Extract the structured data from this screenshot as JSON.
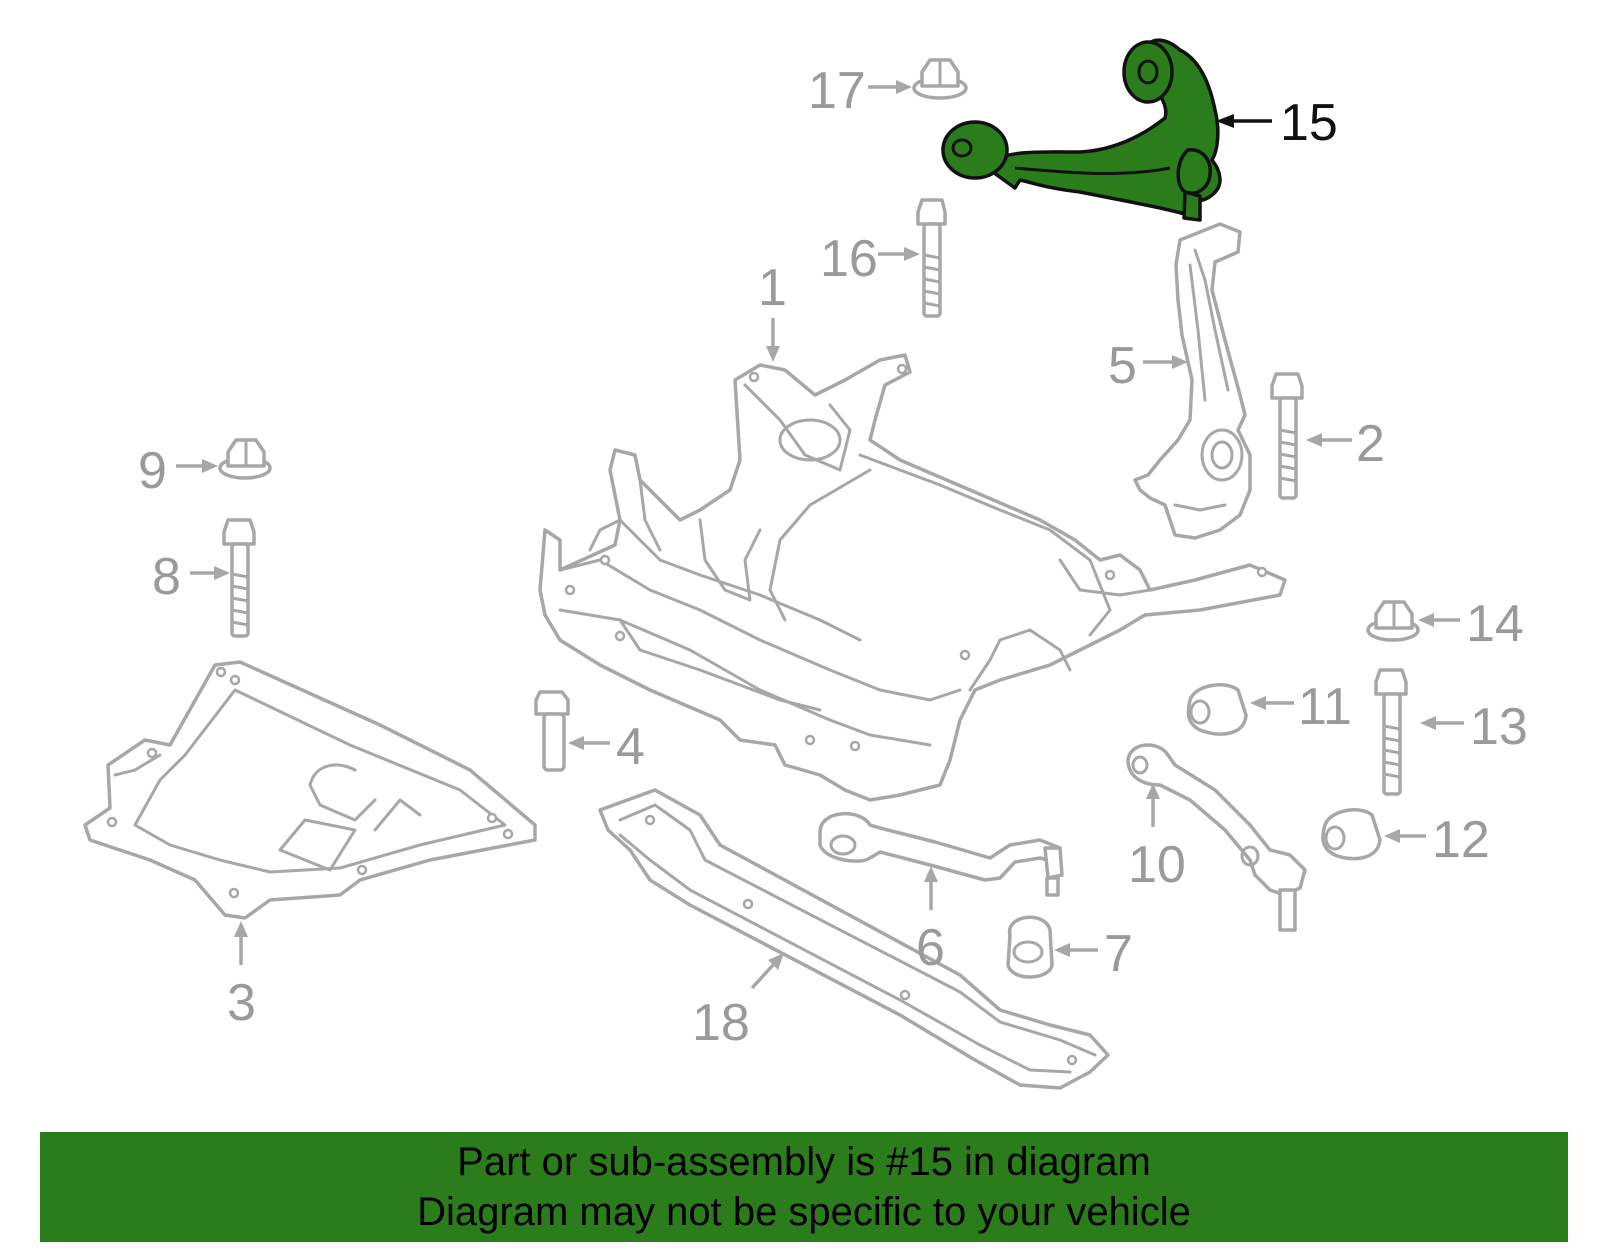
{
  "diagram": {
    "highlight_color": "#2b7d1c",
    "part_color": "#a7a7a7",
    "callouts": {
      "c1": "1",
      "c2": "2",
      "c3": "3",
      "c4": "4",
      "c5": "5",
      "c6": "6",
      "c7": "7",
      "c8": "8",
      "c9": "9",
      "c10": "10",
      "c11": "11",
      "c12": "12",
      "c13": "13",
      "c14": "14",
      "c15": "15",
      "c16": "16",
      "c17": "17",
      "c18": "18"
    },
    "highlighted_part": "15"
  },
  "footer": {
    "background": "#2b7d1c",
    "line1": "Part or sub-assembly is #15 in diagram",
    "line2": "Diagram may not be specific to your vehicle"
  }
}
